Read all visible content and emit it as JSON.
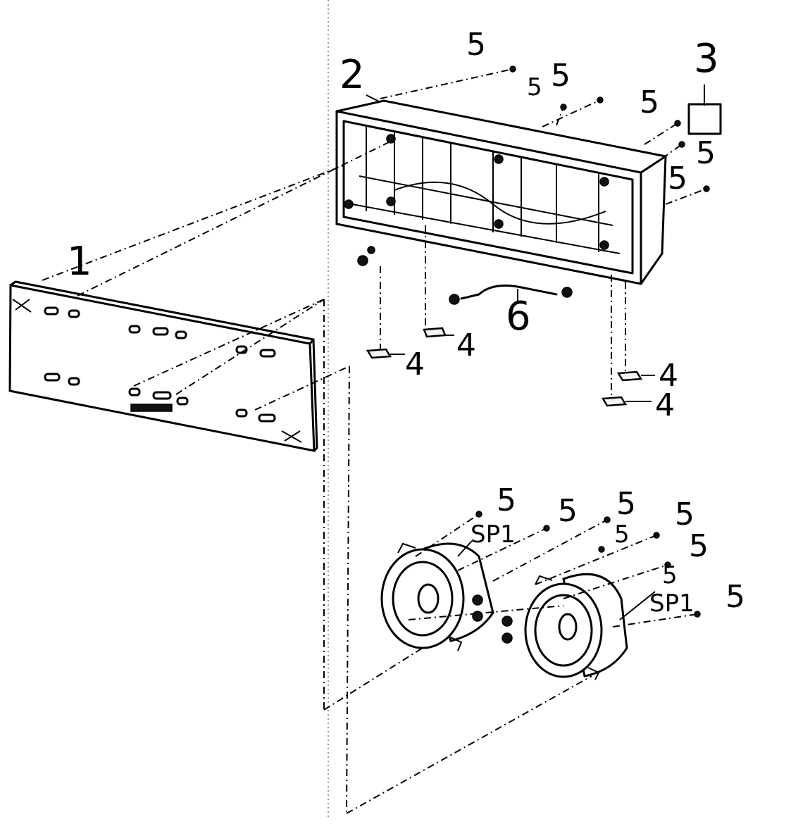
{
  "diagram": {
    "labels": {
      "part1": "1",
      "part2": "2",
      "part3": "3",
      "part4": "4",
      "part5": "5",
      "part6": "6",
      "sp1": "SP1"
    }
  }
}
